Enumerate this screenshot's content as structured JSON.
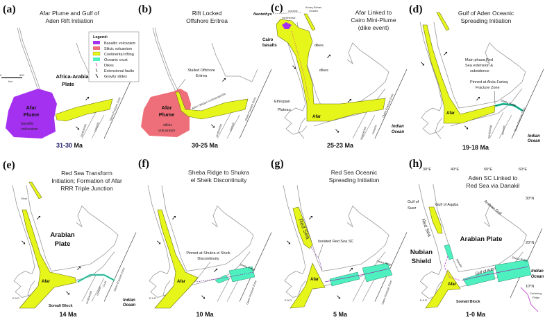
{
  "colors": {
    "basaltic": "#a531f0",
    "silicic": "#ee6f7a",
    "rifting": "#e6f51a",
    "oceanic": "#4ff0c0",
    "dikes": "#d03aa0",
    "age_highlight": "#1a1a66"
  },
  "legend": {
    "title": "Legend:",
    "items": [
      "Basaltic volcanism",
      "Silicic volcanism",
      "Continental rifting",
      "Oceanic crust",
      "Dikes",
      "Extensional faults",
      "Gravity slides"
    ]
  },
  "scale": {
    "zero": "0",
    "max": "500",
    "unit": "Km"
  },
  "panels": [
    {
      "letter": "(a)",
      "title": [
        "Afar Plume and Gulf of",
        "Aden Rift Initiation"
      ],
      "age_prefix": "31-30",
      "age_suffix": " Ma",
      "texts": [
        "Africa-Arabia",
        "Plate",
        "Afar",
        "Plume",
        "basaltic",
        "volcanism",
        "continental",
        "oceanic",
        "Owen Fracture Zone"
      ]
    },
    {
      "letter": "(b)",
      "title": [
        "Rift Locked",
        "Offshore Eritrea"
      ],
      "age": "30-25 Ma",
      "texts": [
        "Stalled Offshore",
        "Eritrea",
        "Aden Oblique Continental Rift",
        "Afar",
        "Plume",
        "silicic",
        "volcanism",
        "continental",
        "oceanic",
        "Owen Fracture Zone"
      ]
    },
    {
      "letter": "(c)",
      "title": [
        "Afar Linked to",
        "Cairo Mini-Plume",
        "(dike event)"
      ],
      "age": "25-23 Ma",
      "texts": [
        "Neotethys",
        "oceanic",
        "continental",
        "Azraq-Sirhan",
        "Graben",
        "Cairo",
        "basalts",
        "dikes",
        "dikes",
        "Ethiopian",
        "Plateau",
        "Afar",
        "Indian",
        "Ocean",
        "continental",
        "oceanic",
        "Owen Fracture Zone"
      ]
    },
    {
      "letter": "(d)",
      "title": [
        "Gulf of Aden Oceanic",
        "Spreading Initiation"
      ],
      "age": "19-18 Ma",
      "texts": [
        "Main phase Red",
        "Sea extension &",
        "subsidence",
        "Pinned at Alula-Fartaq",
        "Fracture Zone",
        "Afar",
        "Sheba Ridge",
        "Indian",
        "Ocean",
        "continental",
        "oceanic",
        "Owen Fracture Zone"
      ]
    },
    {
      "letter": "(e)",
      "title": [
        "Red Sea Transform",
        "Initiation; Formation of Afar",
        "RRR Triple Junction"
      ],
      "age": "14 Ma",
      "texts": [
        "Sinai",
        "Arabian",
        "Plate",
        "Afar",
        "E A R",
        "Somali Block",
        "Indian",
        "Ocean",
        "continental",
        "oceanic",
        "Crust",
        "Owen Fracture Zone"
      ]
    },
    {
      "letter": "(f)",
      "title": [
        "Sheba Ridge to Shukra",
        "el Sheik Discontinuity"
      ],
      "age": "10 Ma",
      "texts": [
        "Pinned at Shukra el Sheik",
        "Discontinuity",
        "Afar",
        "E A R",
        "Sheba Ridge",
        "Owen Fracture Zone"
      ]
    },
    {
      "letter": "(g)",
      "title": [
        "Red Sea Oceanic",
        "Spreading Initiation"
      ],
      "age": "5 Ma",
      "texts": [
        "Red Sea",
        "Isolated Red Sea SC",
        "Afar",
        "E A R",
        "Sheba Ridge",
        "Owen Fracture Zone"
      ]
    },
    {
      "letter": "(h)",
      "title": [
        "Aden SC Linked to",
        "Red Sea via Danakil"
      ],
      "age": "1-0 Ma",
      "texts": [
        "30°E",
        "40°E",
        "50°E",
        "60°E",
        "30°N",
        "20°N",
        "10°N",
        "Gulf of",
        "Suez",
        "Gulf of Aqaba",
        "Arabian Gulf",
        "Red Sea",
        "Arabian Plate",
        "Nubian",
        "Shield",
        "Gulf of Aden",
        "Sheba Ridge",
        "Indian",
        "Ocean",
        "Afar",
        "E A R",
        "Somali Block",
        "Carlsberg",
        "Ridge",
        "Danakil"
      ]
    }
  ]
}
